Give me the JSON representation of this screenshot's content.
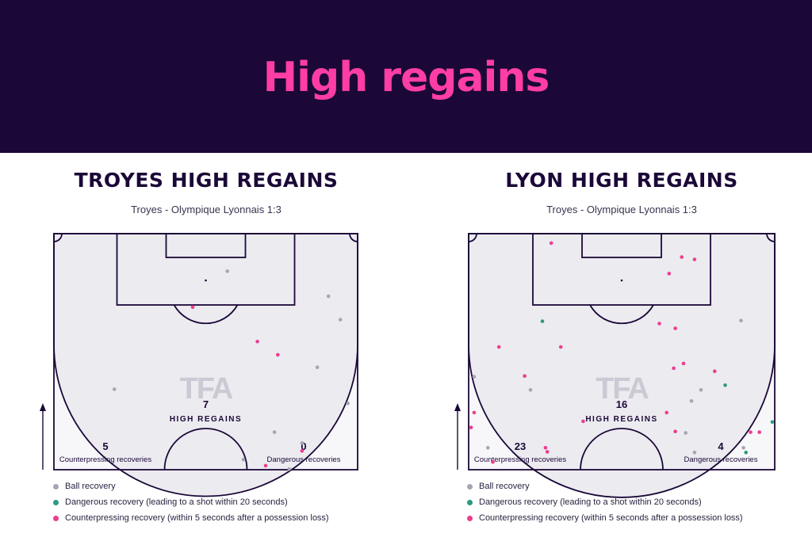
{
  "header": {
    "title": "High regains"
  },
  "colors": {
    "banner_bg": "#1b0838",
    "title_pink": "#ff3ea5",
    "ball_recovery": "#a8a5b3",
    "dangerous_recovery": "#2b9a80",
    "counterpressing_recovery": "#ee3c8f",
    "pitch_fill": "#ecebf0",
    "pitch_line": "#1b0838"
  },
  "legend": {
    "ball": "Ball recovery",
    "dangerous": "Dangerous recovery (leading to a shot within 20 seconds)",
    "counterpressing": "Counterpressing recovery (within 5 seconds after a possession loss)"
  },
  "chart_data": [
    {
      "type": "scatter",
      "title": "TROYES HIGH REGAINS",
      "subtitle": "Troyes - Olympique Lyonnais 1:3",
      "watermark": "TFA",
      "high_regains": {
        "value": "7",
        "label": "HIGH REGAINS"
      },
      "counterpressing": {
        "value": "5",
        "label": "Counterpressing recoveries"
      },
      "dangerous": {
        "value": "0",
        "label": "Dangerous recoveries"
      },
      "attack_direction": "up",
      "x_range": [
        0,
        100
      ],
      "y_range": [
        0,
        100
      ],
      "points": [
        {
          "x": 57.1,
          "y": 84.1,
          "kind": "ball"
        },
        {
          "x": 90.4,
          "y": 73.5,
          "kind": "ball"
        },
        {
          "x": 94.3,
          "y": 63.6,
          "kind": "ball"
        },
        {
          "x": 45.7,
          "y": 68.9,
          "kind": "counter"
        },
        {
          "x": 67.0,
          "y": 54.3,
          "kind": "counter"
        },
        {
          "x": 73.7,
          "y": 48.7,
          "kind": "counter"
        },
        {
          "x": 86.7,
          "y": 43.4,
          "kind": "ball"
        },
        {
          "x": 19.9,
          "y": 34.1,
          "kind": "ball"
        },
        {
          "x": 96.8,
          "y": 28.1,
          "kind": "ball"
        },
        {
          "x": 72.6,
          "y": 15.9,
          "kind": "ball"
        },
        {
          "x": 81.7,
          "y": 11.3,
          "kind": "ball"
        },
        {
          "x": 81.7,
          "y": 8.0,
          "kind": "counter"
        },
        {
          "x": 62.4,
          "y": 4.3,
          "kind": "ball"
        },
        {
          "x": 69.7,
          "y": 1.7,
          "kind": "counter"
        },
        {
          "x": 77.5,
          "y": 0.3,
          "kind": "ball"
        }
      ]
    },
    {
      "type": "scatter",
      "title": "LYON HIGH REGAINS",
      "subtitle": "Troyes - Olympique Lyonnais 1:3",
      "watermark": "TFA",
      "high_regains": {
        "value": "16",
        "label": "HIGH REGAINS"
      },
      "counterpressing": {
        "value": "23",
        "label": "Counterpressing recoveries"
      },
      "dangerous": {
        "value": "4",
        "label": "Dangerous recoveries"
      },
      "attack_direction": "up",
      "x_range": [
        0,
        100
      ],
      "y_range": [
        0,
        100
      ],
      "points": [
        {
          "x": 27.0,
          "y": 96.0,
          "kind": "counter"
        },
        {
          "x": 69.6,
          "y": 90.1,
          "kind": "counter"
        },
        {
          "x": 73.8,
          "y": 89.1,
          "kind": "counter"
        },
        {
          "x": 65.5,
          "y": 83.1,
          "kind": "counter"
        },
        {
          "x": 24.1,
          "y": 62.9,
          "kind": "dangerous"
        },
        {
          "x": 89.0,
          "y": 63.2,
          "kind": "ball"
        },
        {
          "x": 62.3,
          "y": 61.9,
          "kind": "counter"
        },
        {
          "x": 67.5,
          "y": 59.9,
          "kind": "counter"
        },
        {
          "x": 9.9,
          "y": 52.0,
          "kind": "counter"
        },
        {
          "x": 30.1,
          "y": 52.0,
          "kind": "counter"
        },
        {
          "x": 70.2,
          "y": 45.0,
          "kind": "counter"
        },
        {
          "x": 67.0,
          "y": 43.0,
          "kind": "counter"
        },
        {
          "x": 80.4,
          "y": 41.7,
          "kind": "counter"
        },
        {
          "x": 18.3,
          "y": 39.7,
          "kind": "counter"
        },
        {
          "x": 1.8,
          "y": 39.4,
          "kind": "ball"
        },
        {
          "x": 83.8,
          "y": 35.8,
          "kind": "dangerous"
        },
        {
          "x": 20.2,
          "y": 33.8,
          "kind": "ball"
        },
        {
          "x": 75.9,
          "y": 33.8,
          "kind": "ball"
        },
        {
          "x": 72.8,
          "y": 29.1,
          "kind": "ball"
        },
        {
          "x": 1.8,
          "y": 24.2,
          "kind": "counter"
        },
        {
          "x": 64.7,
          "y": 24.2,
          "kind": "counter"
        },
        {
          "x": 37.4,
          "y": 20.5,
          "kind": "counter"
        },
        {
          "x": 99.2,
          "y": 20.2,
          "kind": "dangerous"
        },
        {
          "x": 0.8,
          "y": 17.9,
          "kind": "counter"
        },
        {
          "x": 67.5,
          "y": 16.2,
          "kind": "counter"
        },
        {
          "x": 70.9,
          "y": 15.6,
          "kind": "ball"
        },
        {
          "x": 92.1,
          "y": 15.9,
          "kind": "counter"
        },
        {
          "x": 95.0,
          "y": 15.9,
          "kind": "counter"
        },
        {
          "x": 6.3,
          "y": 9.3,
          "kind": "ball"
        },
        {
          "x": 25.1,
          "y": 9.3,
          "kind": "counter"
        },
        {
          "x": 25.7,
          "y": 7.6,
          "kind": "counter"
        },
        {
          "x": 73.8,
          "y": 7.3,
          "kind": "ball"
        },
        {
          "x": 89.8,
          "y": 9.3,
          "kind": "ball"
        },
        {
          "x": 90.6,
          "y": 7.3,
          "kind": "dangerous"
        },
        {
          "x": 7.9,
          "y": 3.3,
          "kind": "counter"
        }
      ]
    }
  ]
}
